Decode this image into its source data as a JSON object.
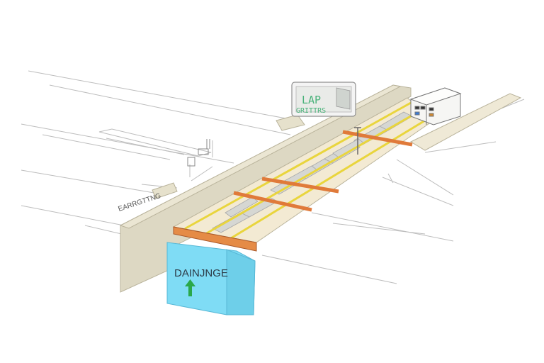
{
  "colors": {
    "drainage_box": "#7fdcf5",
    "drainage_text": "#2c3a46",
    "arrow": "#2aa84a",
    "curb_wall": "#ddd8c3",
    "deck": "#f3ead3",
    "tile_grey": "#cfd0cc",
    "yellow_line": "#e9d53d",
    "orange_joint": "#e07a3a",
    "sign_text": "#49b27a",
    "outline": "#8f8f8f"
  },
  "labels": {
    "drainage": "DAINJNGE",
    "side_note": "EARRGTTNG",
    "sign_line1": "LAP",
    "sign_line2": "GRITTRS"
  },
  "icons": {
    "drainage_arrow": "arrow-up-icon"
  }
}
